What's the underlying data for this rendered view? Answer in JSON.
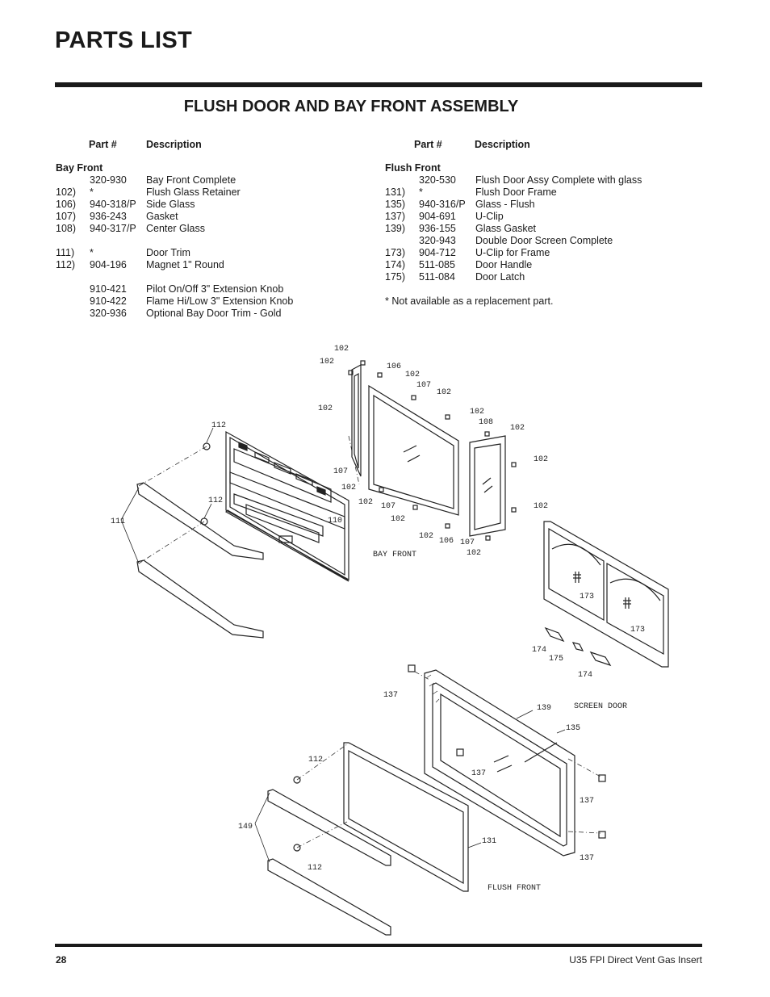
{
  "page_title": "PARTS LIST",
  "section_title": "FLUSH DOOR  AND BAY FRONT ASSEMBLY",
  "left": {
    "header": {
      "part": "Part #",
      "desc": "Description"
    },
    "group": "Bay Front",
    "rows": [
      {
        "ref": "",
        "part": "320-930",
        "desc": "Bay Front Complete"
      },
      {
        "ref": "102)",
        "part": "*",
        "desc": "Flush Glass Retainer"
      },
      {
        "ref": "106)",
        "part": "940-318/P",
        "desc": "Side Glass"
      },
      {
        "ref": "107)",
        "part": "936-243",
        "desc": "Gasket"
      },
      {
        "ref": "108)",
        "part": "940-317/P",
        "desc": "Center Glass"
      },
      {
        "ref": "111)",
        "part": "*",
        "desc": "Door Trim"
      },
      {
        "ref": "112)",
        "part": "904-196",
        "desc": "Magnet 1\" Round"
      },
      {
        "ref": "",
        "part": "910-421",
        "desc": "Pilot On/Off 3\" Extension Knob"
      },
      {
        "ref": "",
        "part": "910-422",
        "desc": "Flame Hi/Low  3\" Extension Knob"
      },
      {
        "ref": "",
        "part": "320-936",
        "desc": "Optional Bay Door Trim - Gold"
      }
    ]
  },
  "right": {
    "header": {
      "part": "Part #",
      "desc": "Description"
    },
    "group": "Flush Front",
    "rows": [
      {
        "ref": "",
        "part": "320-530",
        "desc": "Flush Door Assy Complete with glass"
      },
      {
        "ref": "131)",
        "part": "*",
        "desc": "Flush Door Frame"
      },
      {
        "ref": "135)",
        "part": "940-316/P",
        "desc": "Glass - Flush"
      },
      {
        "ref": "137)",
        "part": "904-691",
        "desc": "U-Clip"
      },
      {
        "ref": "139)",
        "part": "936-155",
        "desc": "Glass Gasket"
      },
      {
        "ref": "",
        "part": "320-943",
        "desc": "Double Door Screen Complete"
      },
      {
        "ref": "173)",
        "part": "904-712",
        "desc": "U-Clip for Frame"
      },
      {
        "ref": "174)",
        "part": "511-085",
        "desc": "Door Handle"
      },
      {
        "ref": "175)",
        "part": "511-084",
        "desc": "Door Latch"
      }
    ],
    "note": "* Not available as a replacement part."
  },
  "diagram": {
    "bay_front_label": "BAY FRONT",
    "screen_door_label": "SCREEN DOOR",
    "flush_front_label": "FLUSH FRONT",
    "callouts": {
      "c102": "102",
      "c106": "106",
      "c107": "107",
      "c108": "108",
      "c110": "110",
      "c111": "111",
      "c112": "112",
      "c131": "131",
      "c135": "135",
      "c137": "137",
      "c139": "139",
      "c149": "149",
      "c173": "173",
      "c174": "174",
      "c175": "175"
    }
  },
  "footer": {
    "page_number": "28",
    "document": "U35 FPI Direct Vent Gas Insert"
  }
}
